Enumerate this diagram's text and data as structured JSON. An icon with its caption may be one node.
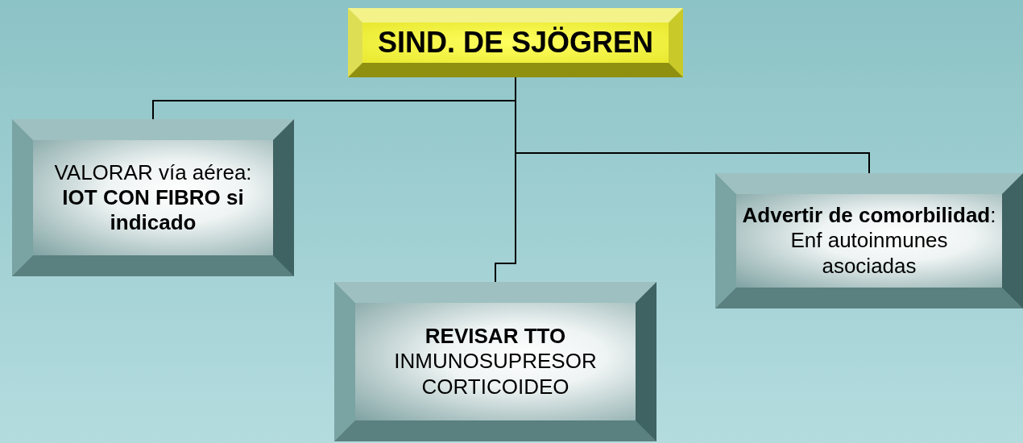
{
  "diagram": {
    "nodes": [
      {
        "text": [
          "SIND. DE SJÖGREN"
        ]
      },
      {
        "text": [
          "VALORAR  vía aérea: **IOT CON FIBRO si indicado**"
        ]
      },
      {
        "text": [
          "**REVISAR TTO** INMUNOSUPRESOR CORTICOIDEO"
        ]
      },
      {
        "text": [
          "**Advertir de comorbilidad**: Enf autoinmunes asociadas"
        ]
      }
    ],
    "edges": [
      {
        "from": 0,
        "to": 1,
        "arrow": "none"
      },
      {
        "from": 0,
        "to": 2,
        "arrow": "none"
      },
      {
        "from": 0,
        "to": 3,
        "arrow": "none"
      }
    ]
  }
}
